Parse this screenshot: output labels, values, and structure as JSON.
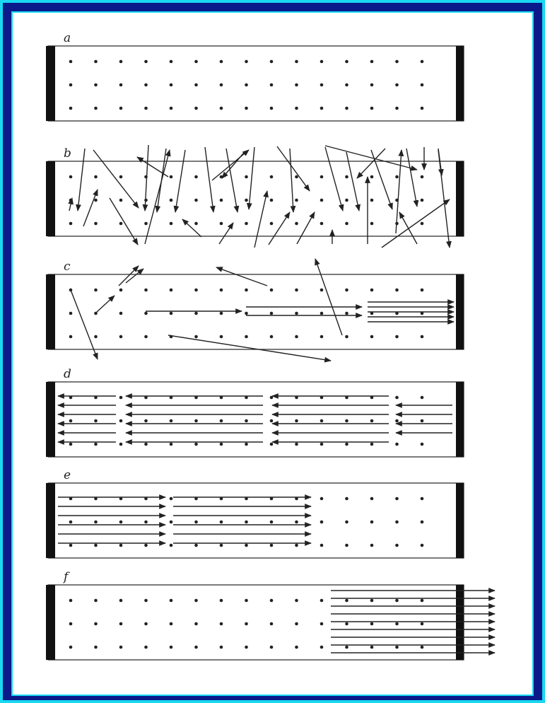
{
  "panels": [
    {
      "label": "a",
      "state": "plain lattice"
    },
    {
      "label": "b",
      "state": "random motion"
    },
    {
      "label": "c",
      "state": "first cascade"
    },
    {
      "label": "d",
      "state": "leftward cascades"
    },
    {
      "label": "e",
      "state": "rightward cascades"
    },
    {
      "label": "f",
      "state": "emission"
    }
  ],
  "colors": {
    "frame": "#1ad8f2",
    "background": "#0b1a8a",
    "paper": "#ffffff",
    "ink": "#222222",
    "electrode": "#111111"
  }
}
